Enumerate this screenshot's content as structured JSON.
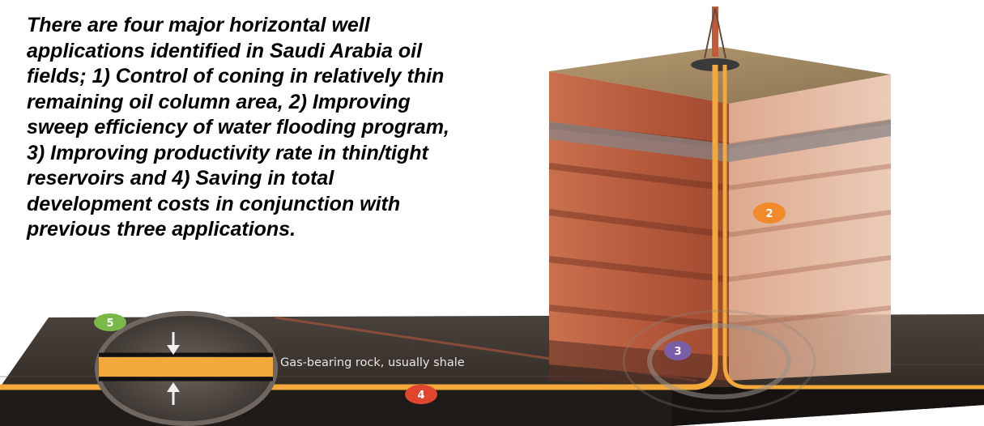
{
  "description": {
    "lines": [
      "There are four major horizontal well",
      "applications identified in Saudi Arabia oil",
      "fields; 1) Control of coning in relatively thin",
      "remaining oil column area, 2) Improving",
      "sweep efficiency of water flooding program,",
      "3) Improving productivity rate in thin/tight",
      "reservoirs and 4) Saving in total",
      "development costs in conjunction with",
      "previous three applications."
    ]
  },
  "diagram": {
    "shale_label": "Gas-bearing rock, usually shale",
    "badges": [
      {
        "label": "2",
        "color": "#f08a2a"
      },
      {
        "label": "3",
        "color": "#7a5ea8"
      },
      {
        "label": "4",
        "color": "#e0452e"
      },
      {
        "label": "5",
        "color": "#7ab84a"
      }
    ],
    "colors": {
      "shale": "#3a3430",
      "well_pipe": "#f2a83a",
      "rock_layers": [
        "#b85f40",
        "#c46a48",
        "#a9553a",
        "#cf7450"
      ]
    }
  }
}
